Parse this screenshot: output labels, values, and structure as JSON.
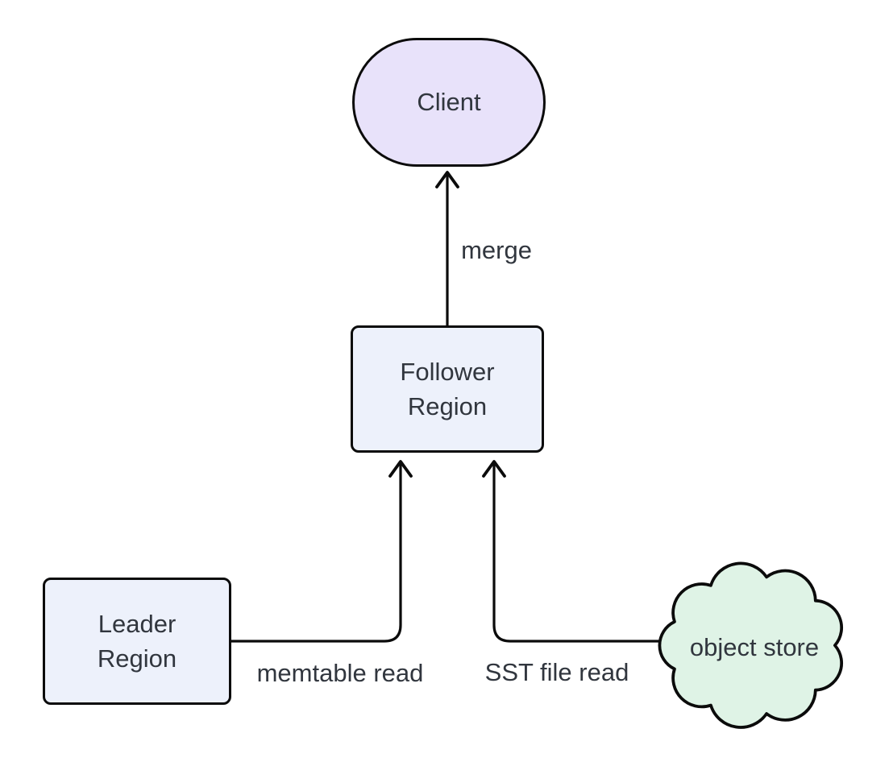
{
  "diagram": {
    "type": "flowchart",
    "background_color": "#ffffff",
    "stroke_color": "#0b0b0b",
    "text_color": "#31363e",
    "nodes": {
      "client": {
        "label": "Client",
        "shape": "stadium",
        "fill": "#e8e2fa"
      },
      "follower_region": {
        "label": "Follower Region",
        "lines": [
          "Follower",
          "Region"
        ],
        "shape": "rounded-rectangle",
        "fill": "#edf1fb"
      },
      "leader_region": {
        "label": "Leader Region",
        "lines": [
          "Leader",
          "Region"
        ],
        "shape": "rounded-rectangle",
        "fill": "#edf1fb"
      },
      "object_store": {
        "label": "object store",
        "shape": "cloud",
        "fill": "#dff3e6"
      }
    },
    "edges": [
      {
        "from": "follower_region",
        "to": "client",
        "label": "merge"
      },
      {
        "from": "leader_region",
        "to": "follower_region",
        "label": "memtable read"
      },
      {
        "from": "object_store",
        "to": "follower_region",
        "label": "SST file read"
      }
    ]
  }
}
